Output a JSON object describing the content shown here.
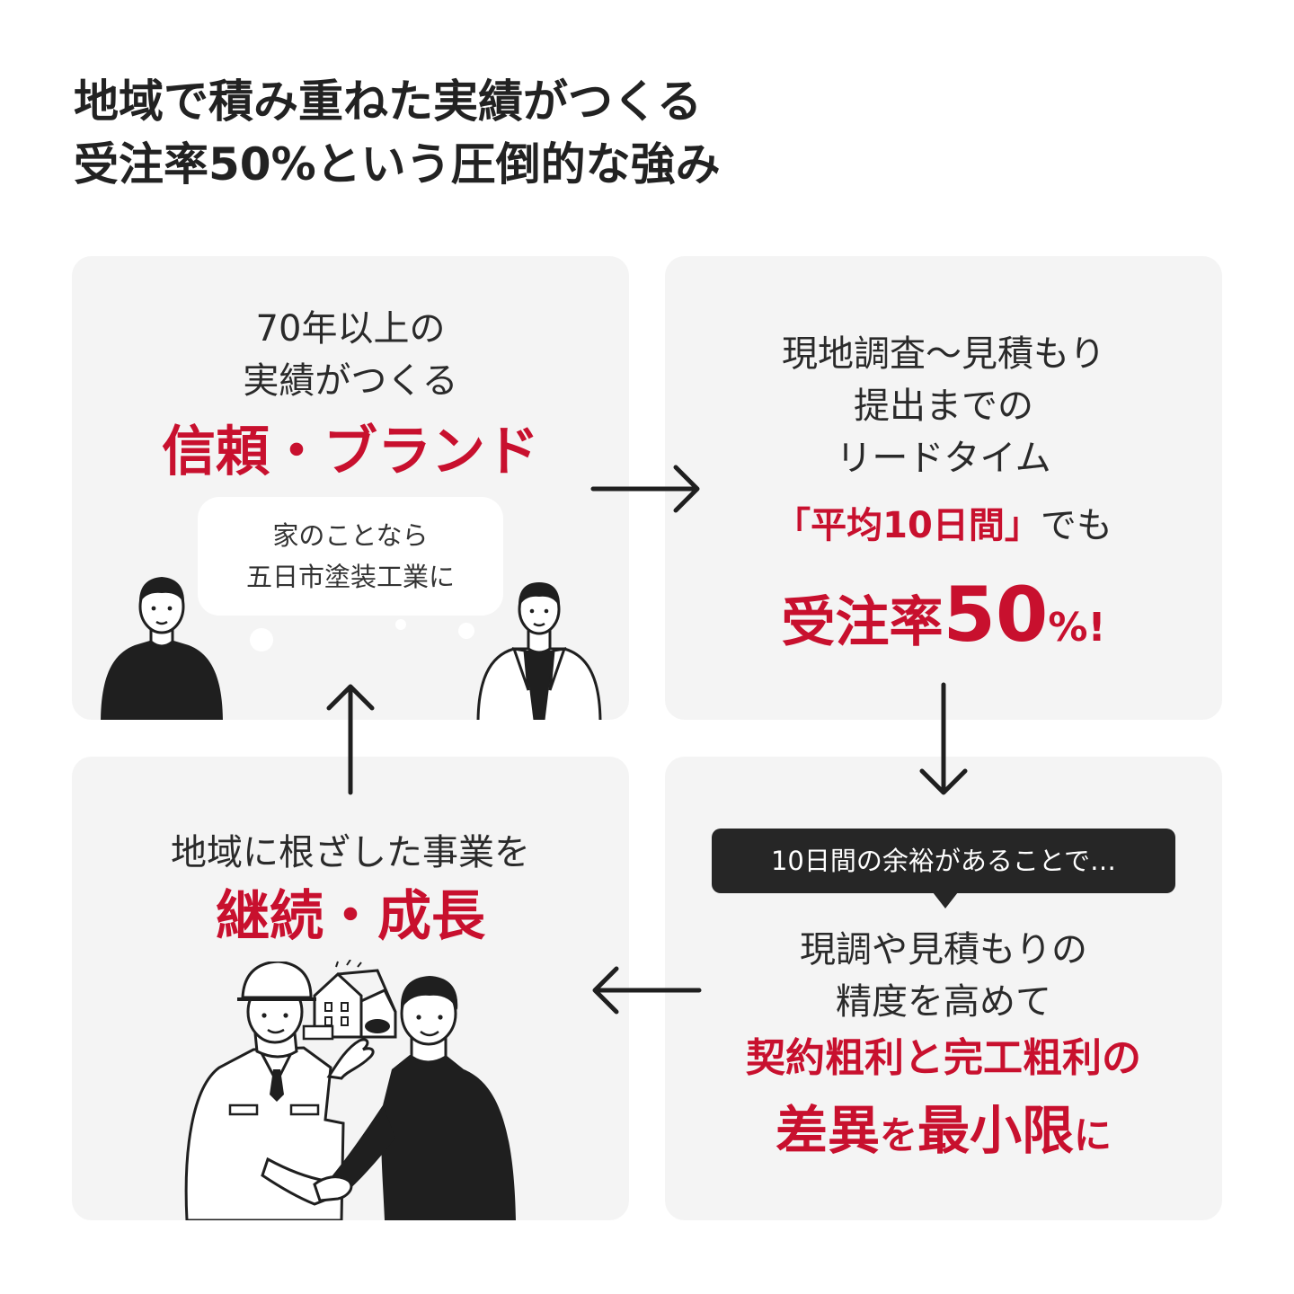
{
  "title": {
    "line1": "地域で積み重ねた実績がつくる",
    "line2": "受注率50%という圧倒的な強み"
  },
  "panel_trust": {
    "line1": "70年以上の",
    "line2": "実績がつくる",
    "highlight": "信頼・ブランド",
    "bubble_line1": "家のことなら",
    "bubble_line2": "五日市塗装工業に"
  },
  "panel_leadtime": {
    "line1": "現地調査〜見積もり",
    "line2": "提出までの",
    "line3": "リードタイム",
    "highlight_avg": "「平均10日間」",
    "suffix": "でも",
    "rate_label": "受注率",
    "rate_value": "50",
    "rate_unit": "%!"
  },
  "panel_accuracy": {
    "badge": "10日間の余裕があることで…",
    "line1": "現調や見積もりの",
    "line2": "精度を高めて",
    "highlight_line1": "契約粗利と完工粗利の",
    "highlight_line2a": "差異",
    "highlight_line2b": "を",
    "highlight_line2c": "最小限",
    "highlight_line2d": "に"
  },
  "panel_growth": {
    "line1": "地域に根ざした事業を",
    "highlight": "継続・成長"
  },
  "colors": {
    "accent": "#c8102e",
    "panel": "#f4f4f4",
    "text": "#2a2a2a",
    "badge": "#262626"
  }
}
